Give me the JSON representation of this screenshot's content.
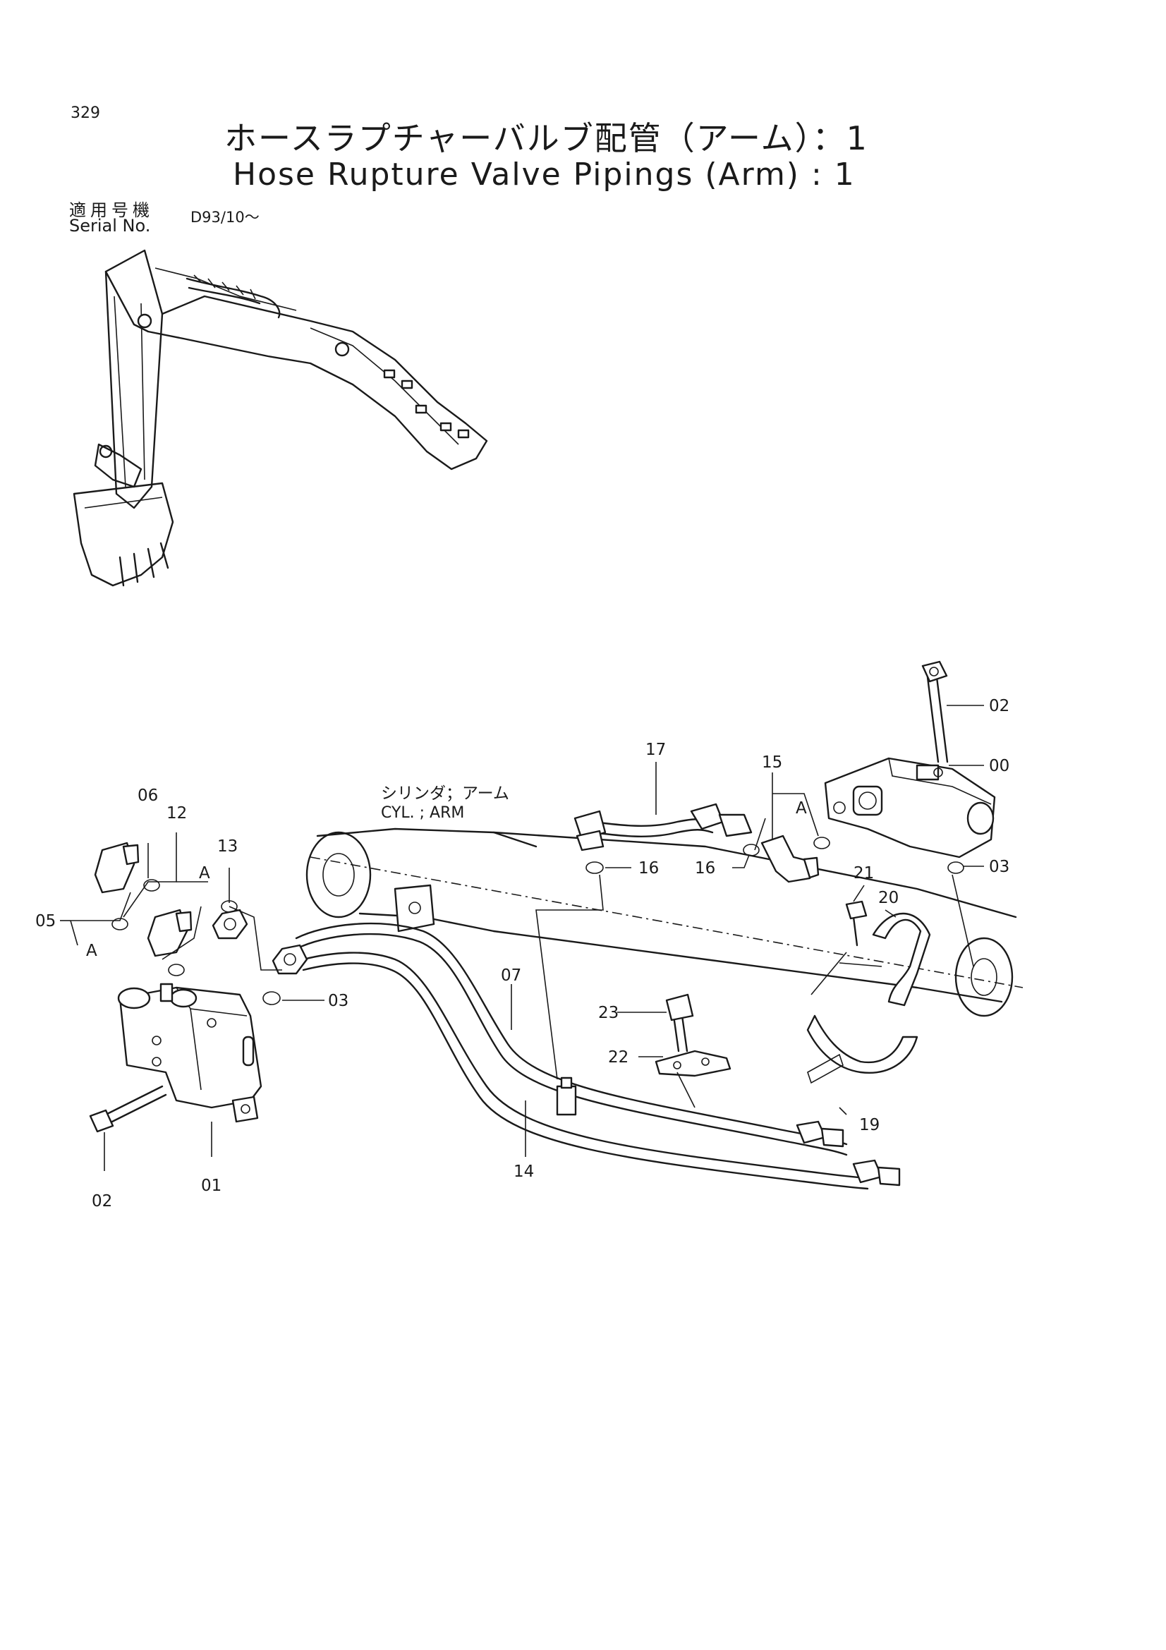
{
  "header": {
    "page_number": "329",
    "title_ja": "ホースラプチャーバルブ配管（アーム）：1",
    "title_en": "Hose Rupture Valve Pipings (Arm) : 1"
  },
  "serial": {
    "label_ja": "適用号機",
    "label_en": "Serial No.",
    "value": "D93/10～"
  },
  "annotations": {
    "cylinder_ja": "シリンダ；アーム",
    "cylinder_en": "CYL. ; ARM"
  },
  "parts": [
    {
      "id": "p00",
      "label": "00"
    },
    {
      "id": "p01",
      "label": "01"
    },
    {
      "id": "p02a",
      "label": "02"
    },
    {
      "id": "p02b",
      "label": "02"
    },
    {
      "id": "p03a",
      "label": "03"
    },
    {
      "id": "p03b",
      "label": "03"
    },
    {
      "id": "p05",
      "label": "05"
    },
    {
      "id": "p06",
      "label": "06"
    },
    {
      "id": "p07",
      "label": "07"
    },
    {
      "id": "p12",
      "label": "12"
    },
    {
      "id": "p13",
      "label": "13"
    },
    {
      "id": "p14",
      "label": "14"
    },
    {
      "id": "p15",
      "label": "15"
    },
    {
      "id": "p16a",
      "label": "16"
    },
    {
      "id": "p16b",
      "label": "16"
    },
    {
      "id": "p17",
      "label": "17"
    },
    {
      "id": "p19",
      "label": "19"
    },
    {
      "id": "p20",
      "label": "20"
    },
    {
      "id": "p21",
      "label": "21"
    },
    {
      "id": "p22",
      "label": "22"
    },
    {
      "id": "p23",
      "label": "23"
    }
  ],
  "detail_marks": {
    "a1": "A",
    "a2": "A",
    "a3": "A"
  },
  "colors": {
    "ink": "#1a1a1a",
    "paper": "#ffffff"
  }
}
